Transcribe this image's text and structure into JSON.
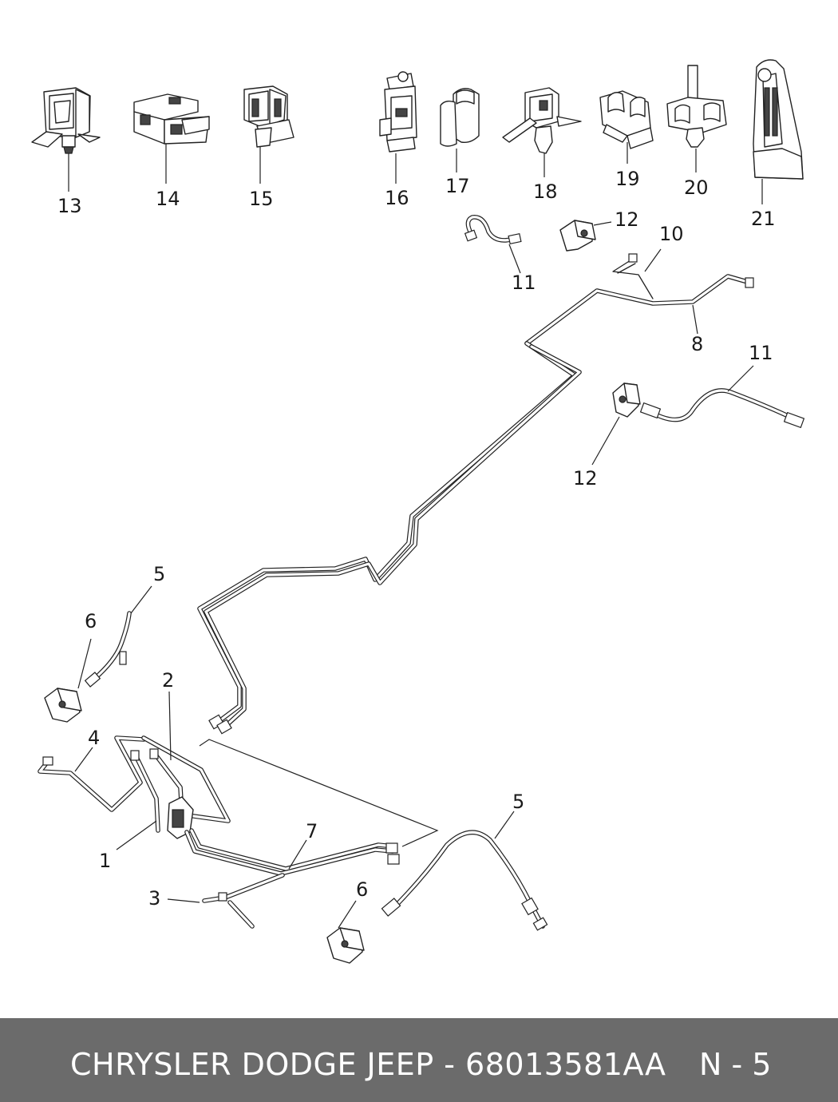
{
  "footer": {
    "title": "CHRYSLER DODGE JEEP - 68013581AA",
    "page": "N - 5"
  },
  "callouts": {
    "c13": "13",
    "c14": "14",
    "c15": "15",
    "c16": "16",
    "c17": "17",
    "c18": "18",
    "c19": "19",
    "c20": "20",
    "c21": "21",
    "c12a": "12",
    "c11a": "11",
    "c10": "10",
    "c8": "8",
    "c11b": "11",
    "c12b": "12",
    "c5a": "5",
    "c6a": "6",
    "c2": "2",
    "c4": "4",
    "c1": "1",
    "c7": "7",
    "c3": "3",
    "c6b": "6",
    "c5b": "5"
  },
  "colors": {
    "footer_bg": "#6b6b6b",
    "footer_text": "#ffffff",
    "line": "#222222"
  }
}
